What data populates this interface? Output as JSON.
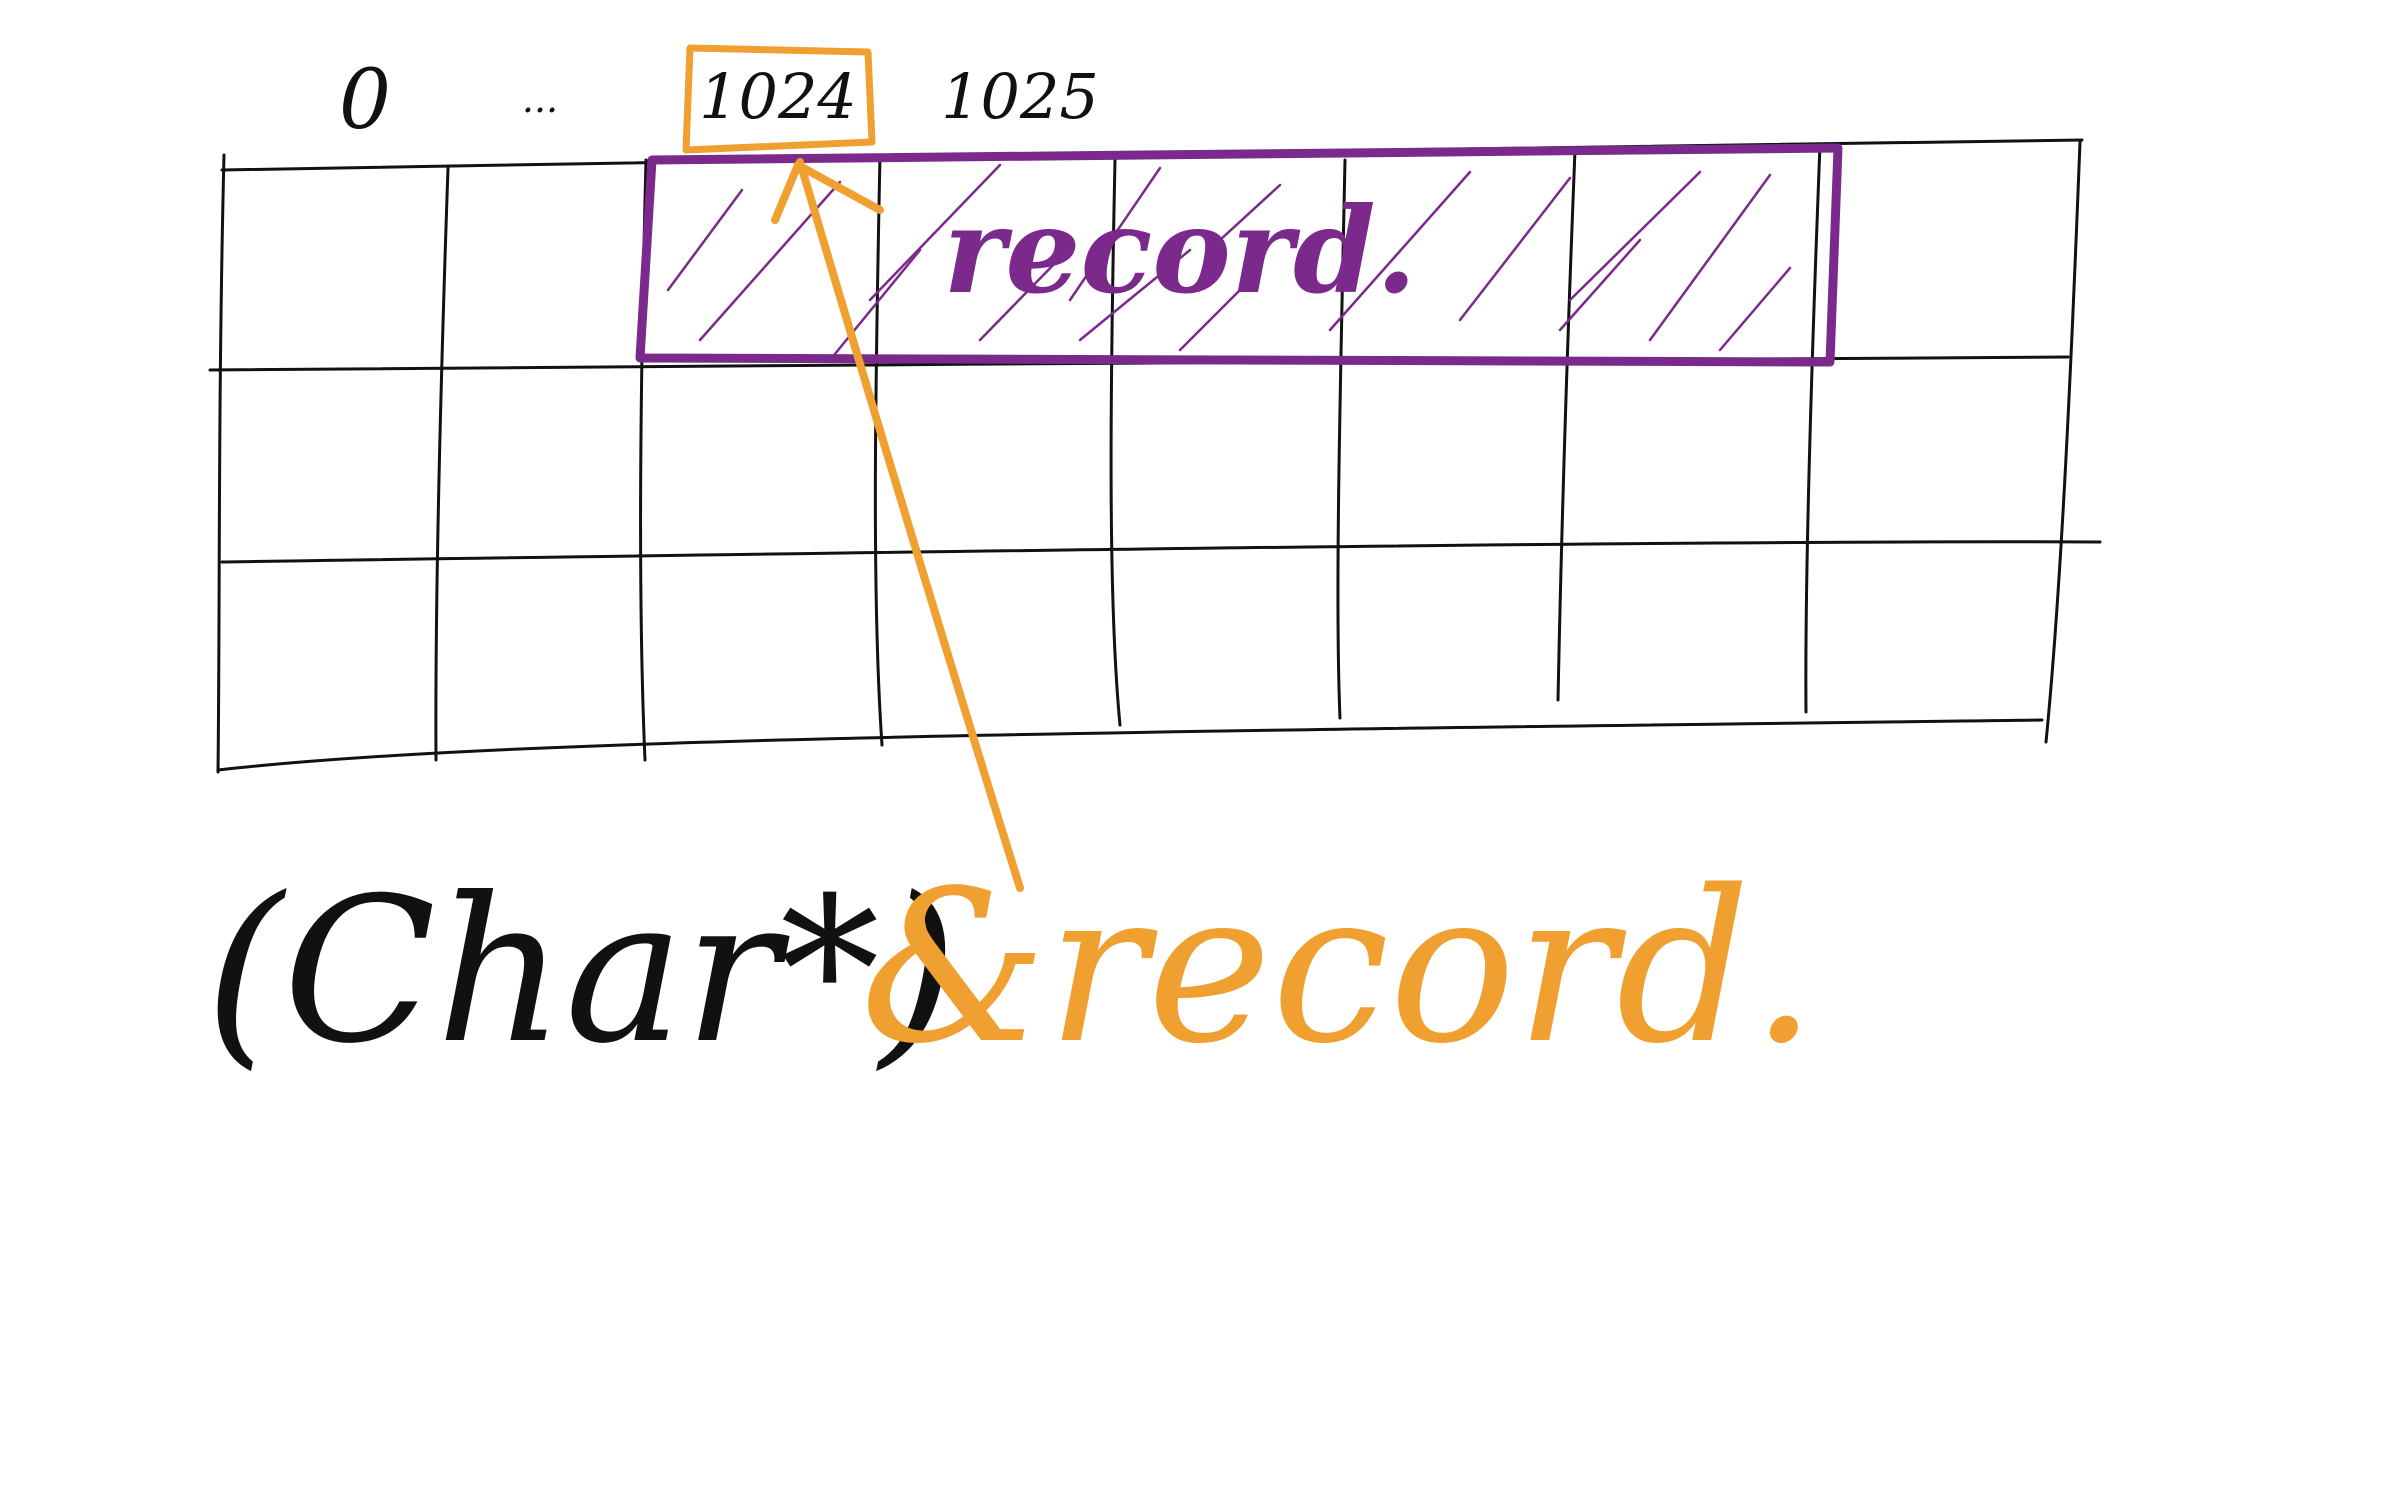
{
  "colors": {
    "ink": "#111111",
    "pointer": "#f0a030",
    "record": "#7b2a8c",
    "background": "#ffffff"
  },
  "memory": {
    "index_labels": [
      "0",
      "...",
      "1024",
      "1025"
    ],
    "highlighted_index": "1024"
  },
  "record_block": {
    "label": "record."
  },
  "expression": {
    "cast": "(Char*)",
    "operand": "&record."
  }
}
